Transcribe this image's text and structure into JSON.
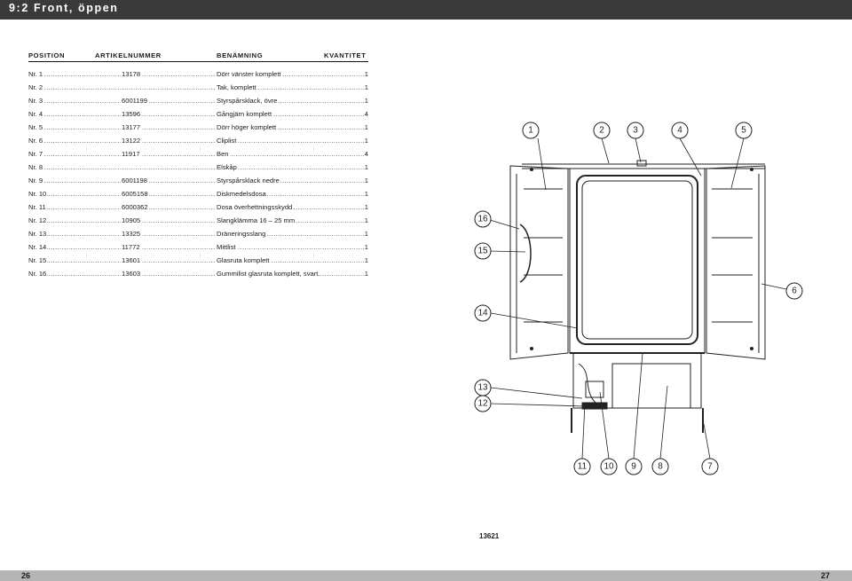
{
  "header": {
    "title": "9:2 Front, öppen"
  },
  "columns": {
    "position": "POSITION",
    "article": "ARTIKELNUMMER",
    "name": "BENÄMNING",
    "qty": "KVANTITET"
  },
  "parts": [
    {
      "pos": "Nr. 1",
      "art": "13178",
      "name": "Dörr vänster komplett",
      "qty": "1"
    },
    {
      "pos": "Nr. 2",
      "art": "",
      "name": "Tak, komplett",
      "qty": "1"
    },
    {
      "pos": "Nr. 3",
      "art": "6001199",
      "name": "Styrspårsklack, övre",
      "qty": "1"
    },
    {
      "pos": "Nr. 4",
      "art": "13596",
      "name": "Gångjärn komplett",
      "qty": "4"
    },
    {
      "pos": "Nr. 5",
      "art": "13177",
      "name": "Dörr höger komplett",
      "qty": "1"
    },
    {
      "pos": "Nr. 6",
      "art": "13122",
      "name": "Cliplist",
      "qty": "1"
    },
    {
      "pos": "Nr. 7",
      "art": "11917",
      "name": "Ben",
      "qty": "4"
    },
    {
      "pos": "Nr. 8",
      "art": "",
      "name": "Elskåp",
      "qty": "1"
    },
    {
      "pos": "Nr. 9",
      "art": "6001198",
      "name": "Styrspårsklack nedre",
      "qty": "1"
    },
    {
      "pos": "Nr. 10",
      "art": "6005158",
      "name": "Diskmedelsdosa",
      "qty": "1"
    },
    {
      "pos": "Nr. 11",
      "art": "6000362",
      "name": "Dosa överhettningsskydd",
      "qty": "1"
    },
    {
      "pos": "Nr. 12",
      "art": "10905",
      "name": "Slangklämma 16 – 25 mm",
      "qty": "1"
    },
    {
      "pos": "Nr. 13",
      "art": "13325",
      "name": "Dräneringsslang",
      "qty": "1"
    },
    {
      "pos": "Nr. 14",
      "art": "11772",
      "name": "Mittlist",
      "qty": "1"
    },
    {
      "pos": "Nr. 15",
      "art": "13601",
      "name": "Glasruta komplett",
      "qty": "1"
    },
    {
      "pos": "Nr. 16",
      "art": "13603",
      "name": "Gummilist glasruta komplett, svart",
      "qty": "1"
    }
  ],
  "callouts": {
    "c1": "1",
    "c2": "2",
    "c3": "3",
    "c4": "4",
    "c5": "5",
    "c6": "6",
    "c7": "7",
    "c8": "8",
    "c9": "9",
    "c10": "10",
    "c11": "11",
    "c12": "12",
    "c13": "13",
    "c14": "14",
    "c15": "15",
    "c16": "16"
  },
  "drawing_number": "13621",
  "pages": {
    "left": "26",
    "right": "27"
  }
}
